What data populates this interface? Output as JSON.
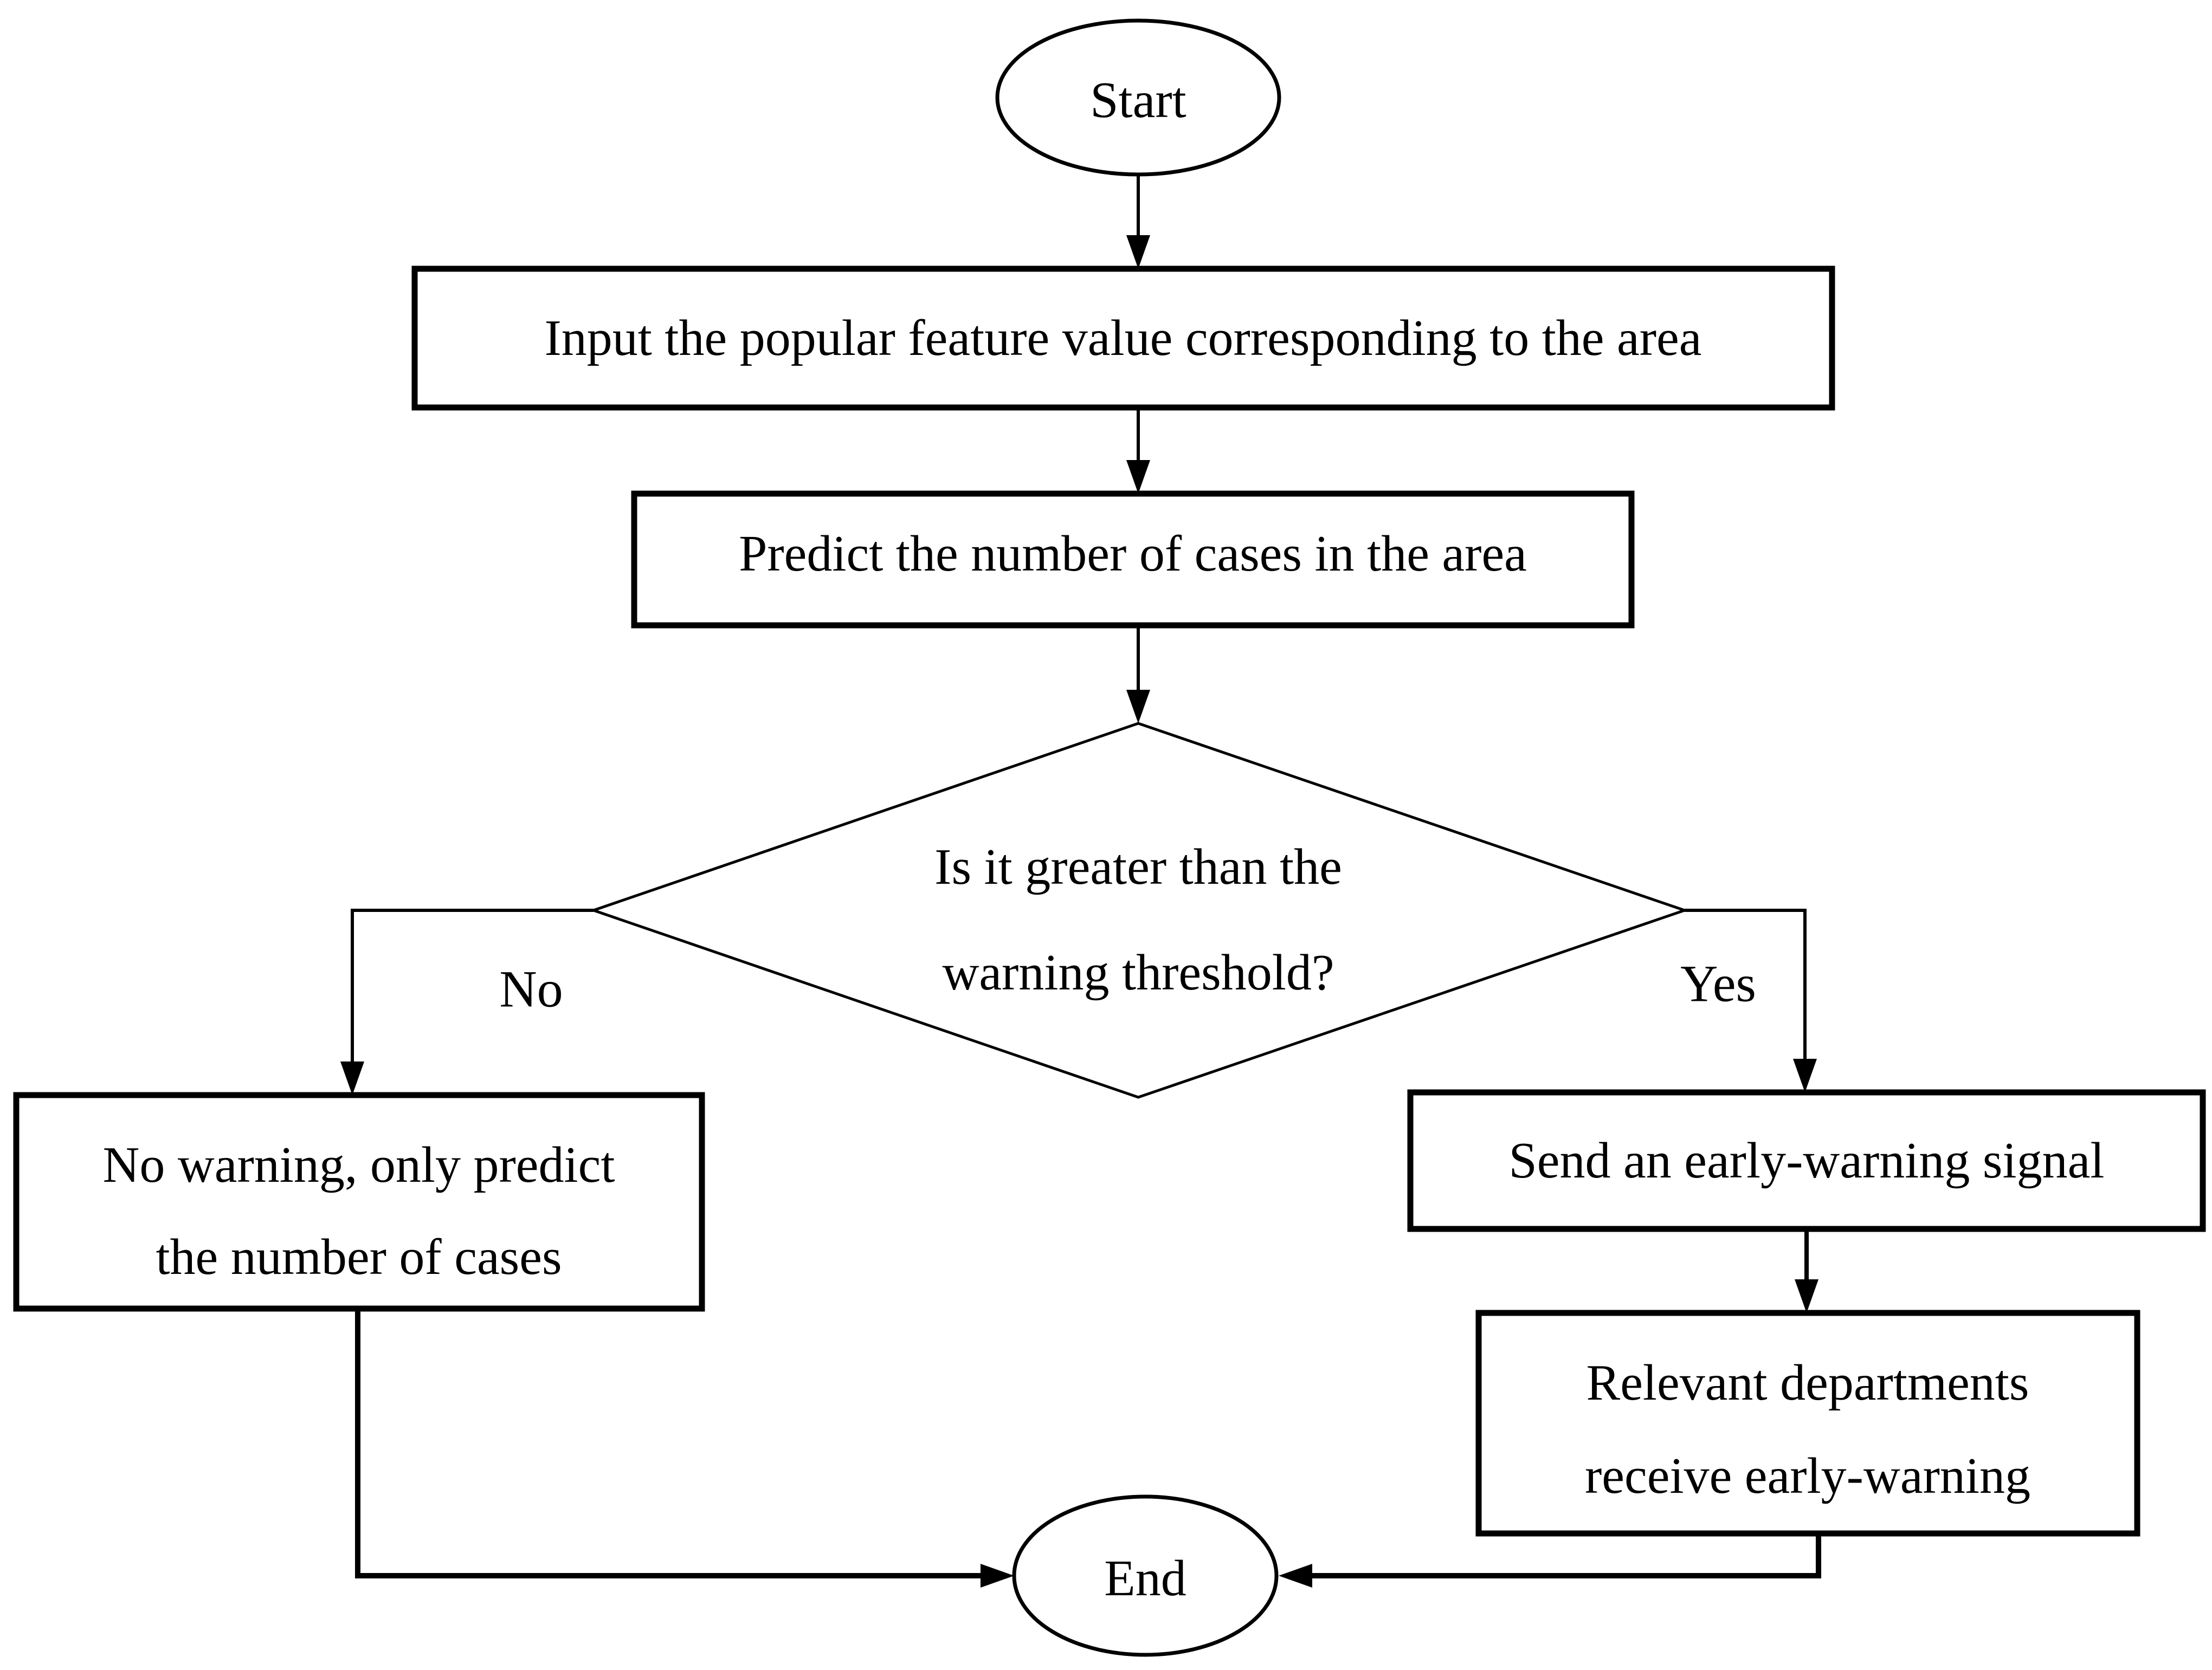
{
  "colors": {
    "background": "#ffffff",
    "line": "#000000",
    "text": "#000000"
  },
  "nodes": {
    "start": {
      "label": "Start"
    },
    "input": {
      "label": "Input the popular feature value corresponding to the area"
    },
    "predict": {
      "label": "Predict the number of cases in the area"
    },
    "decision": {
      "line1": "Is it  greater than the",
      "line2": "warning threshold?"
    },
    "no_warning": {
      "line1": "No warning, only predict",
      "line2": "the number of cases"
    },
    "send_signal": {
      "label": "Send an early-warning signal"
    },
    "relevant_departments": {
      "line1": "Relevant departments",
      "line2": "receive early-warning"
    },
    "end": {
      "label": "End"
    }
  },
  "edges": {
    "no_label": "No",
    "yes_label": "Yes"
  }
}
